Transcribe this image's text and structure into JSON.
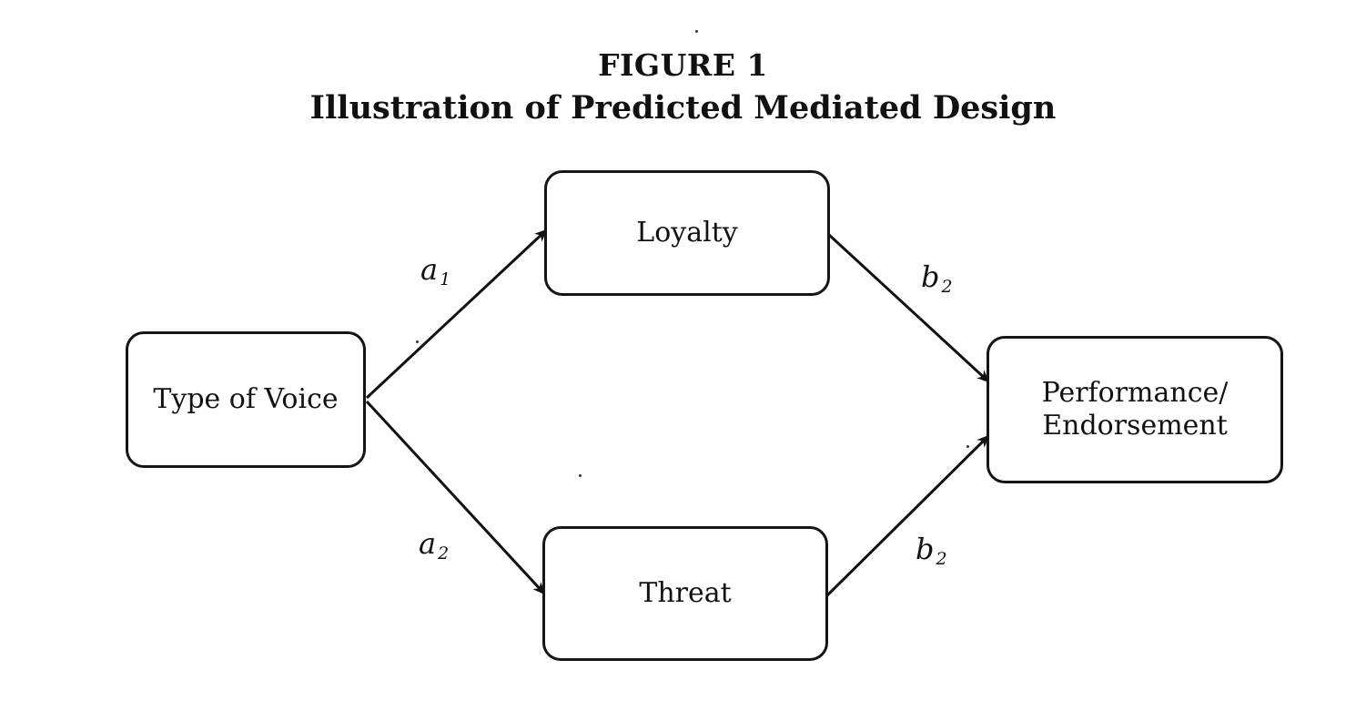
{
  "figure": {
    "number": "FIGURE 1",
    "caption": "Illustration of Predicted Mediated Design"
  },
  "nodes": {
    "type_of_voice": "Type of Voice",
    "loyalty": "Loyalty",
    "threat": "Threat",
    "performance_line1": "Performance/",
    "performance_line2": "Endorsement"
  },
  "path_labels": {
    "a1": {
      "letter": "a",
      "subscript": "1"
    },
    "a2": {
      "letter": "a",
      "subscript": "2"
    },
    "b2_top": {
      "letter": "b",
      "subscript": "2"
    },
    "b2_bottom": {
      "letter": "b",
      "subscript": "2"
    }
  },
  "colors": {
    "ink": "#111111",
    "background": "#ffffff"
  }
}
